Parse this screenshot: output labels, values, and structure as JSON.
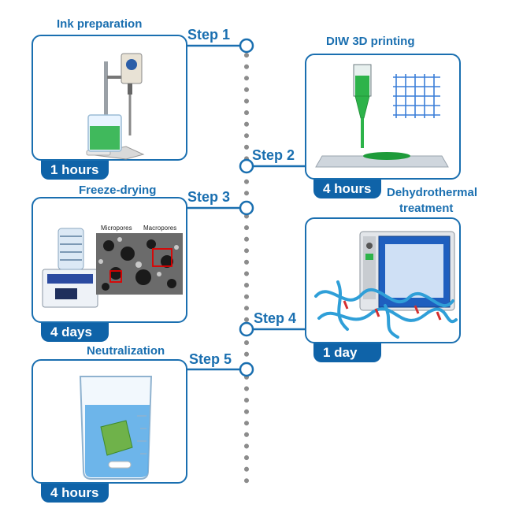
{
  "steps": [
    {
      "step_label": "Step 1",
      "title": "Ink preparation",
      "duration": "1 hours"
    },
    {
      "step_label": "Step 2",
      "title": "DIW 3D printing",
      "duration": "4 hours"
    },
    {
      "step_label": "Step 3",
      "title": "Freeze-drying",
      "duration": "4 days",
      "annotations": [
        "Micropores",
        "Macropores"
      ]
    },
    {
      "step_label": "Step 4",
      "title_line1": "Dehydrothermal",
      "title_line2": "treatment",
      "duration": "1 day"
    },
    {
      "step_label": "Step 5",
      "title": "Neutralization",
      "duration": "4 hours"
    }
  ],
  "colors": {
    "accent": "#1a6fb0",
    "badge": "#0f63a8",
    "timeline_dots": "#8c8c8c",
    "ink_green": "#2db34a"
  }
}
